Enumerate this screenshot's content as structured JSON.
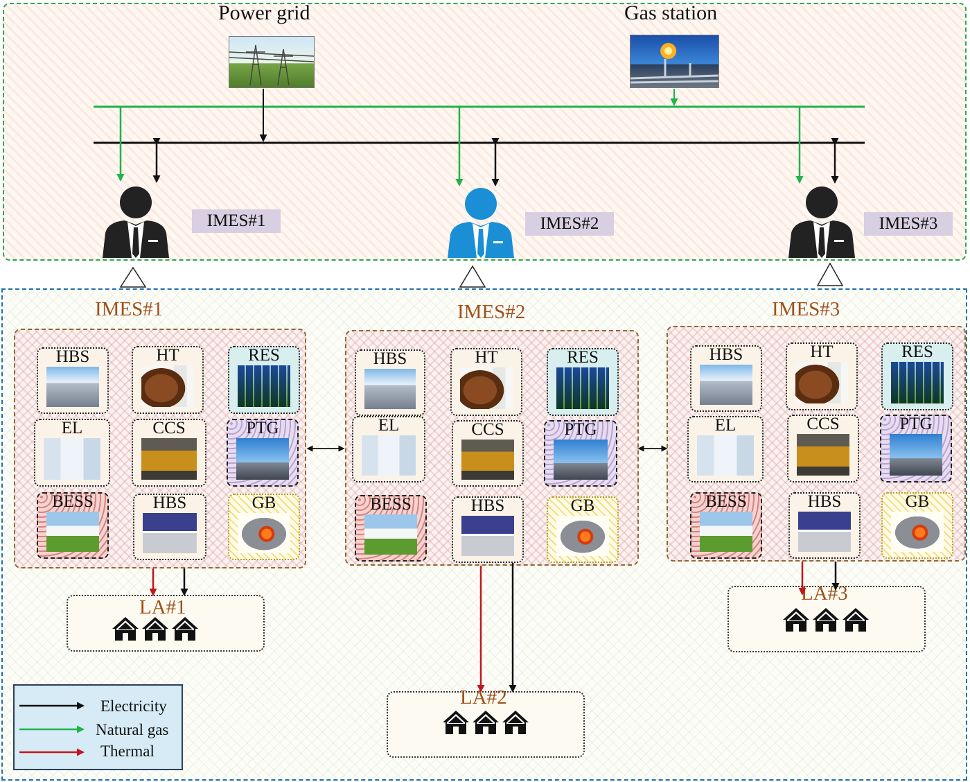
{
  "top": {
    "power_grid_label": "Power grid",
    "gas_station_label": "Gas station"
  },
  "operators": [
    {
      "tag": "IMES#1",
      "color": "#222222"
    },
    {
      "tag": "IMES#2",
      "color": "#1a8fd6"
    },
    {
      "tag": "IMES#3",
      "color": "#222222"
    }
  ],
  "clusters": [
    {
      "title": "IMES#1",
      "tiles": [
        "HBS",
        "HT",
        "RES",
        "EL",
        "CCS",
        "PTG",
        "BESS",
        "HBS",
        "GB"
      ],
      "la_label": "LA#1"
    },
    {
      "title": "IMES#2",
      "tiles": [
        "HBS",
        "HT",
        "RES",
        "EL",
        "CCS",
        "PTG",
        "BESS",
        "HBS",
        "GB"
      ],
      "la_label": "LA#2"
    },
    {
      "title": "IMES#3",
      "tiles": [
        "HBS",
        "HT",
        "RES",
        "EL",
        "CCS",
        "PTG",
        "BESS",
        "HBS",
        "GB"
      ],
      "la_label": "LA#3"
    }
  ],
  "legend": {
    "items": [
      {
        "label": "Electricity",
        "color": "#111111"
      },
      {
        "label": "Natural gas",
        "color": "#1fb34a"
      },
      {
        "label": "Thermal",
        "color": "#c0161c"
      }
    ]
  },
  "colors": {
    "electricity": "#111111",
    "natural_gas": "#1fb34a",
    "thermal": "#c0161c",
    "imes_title": "#a0501a",
    "top_border": "#2aa84a",
    "bottom_border": "#1f6fb0"
  }
}
